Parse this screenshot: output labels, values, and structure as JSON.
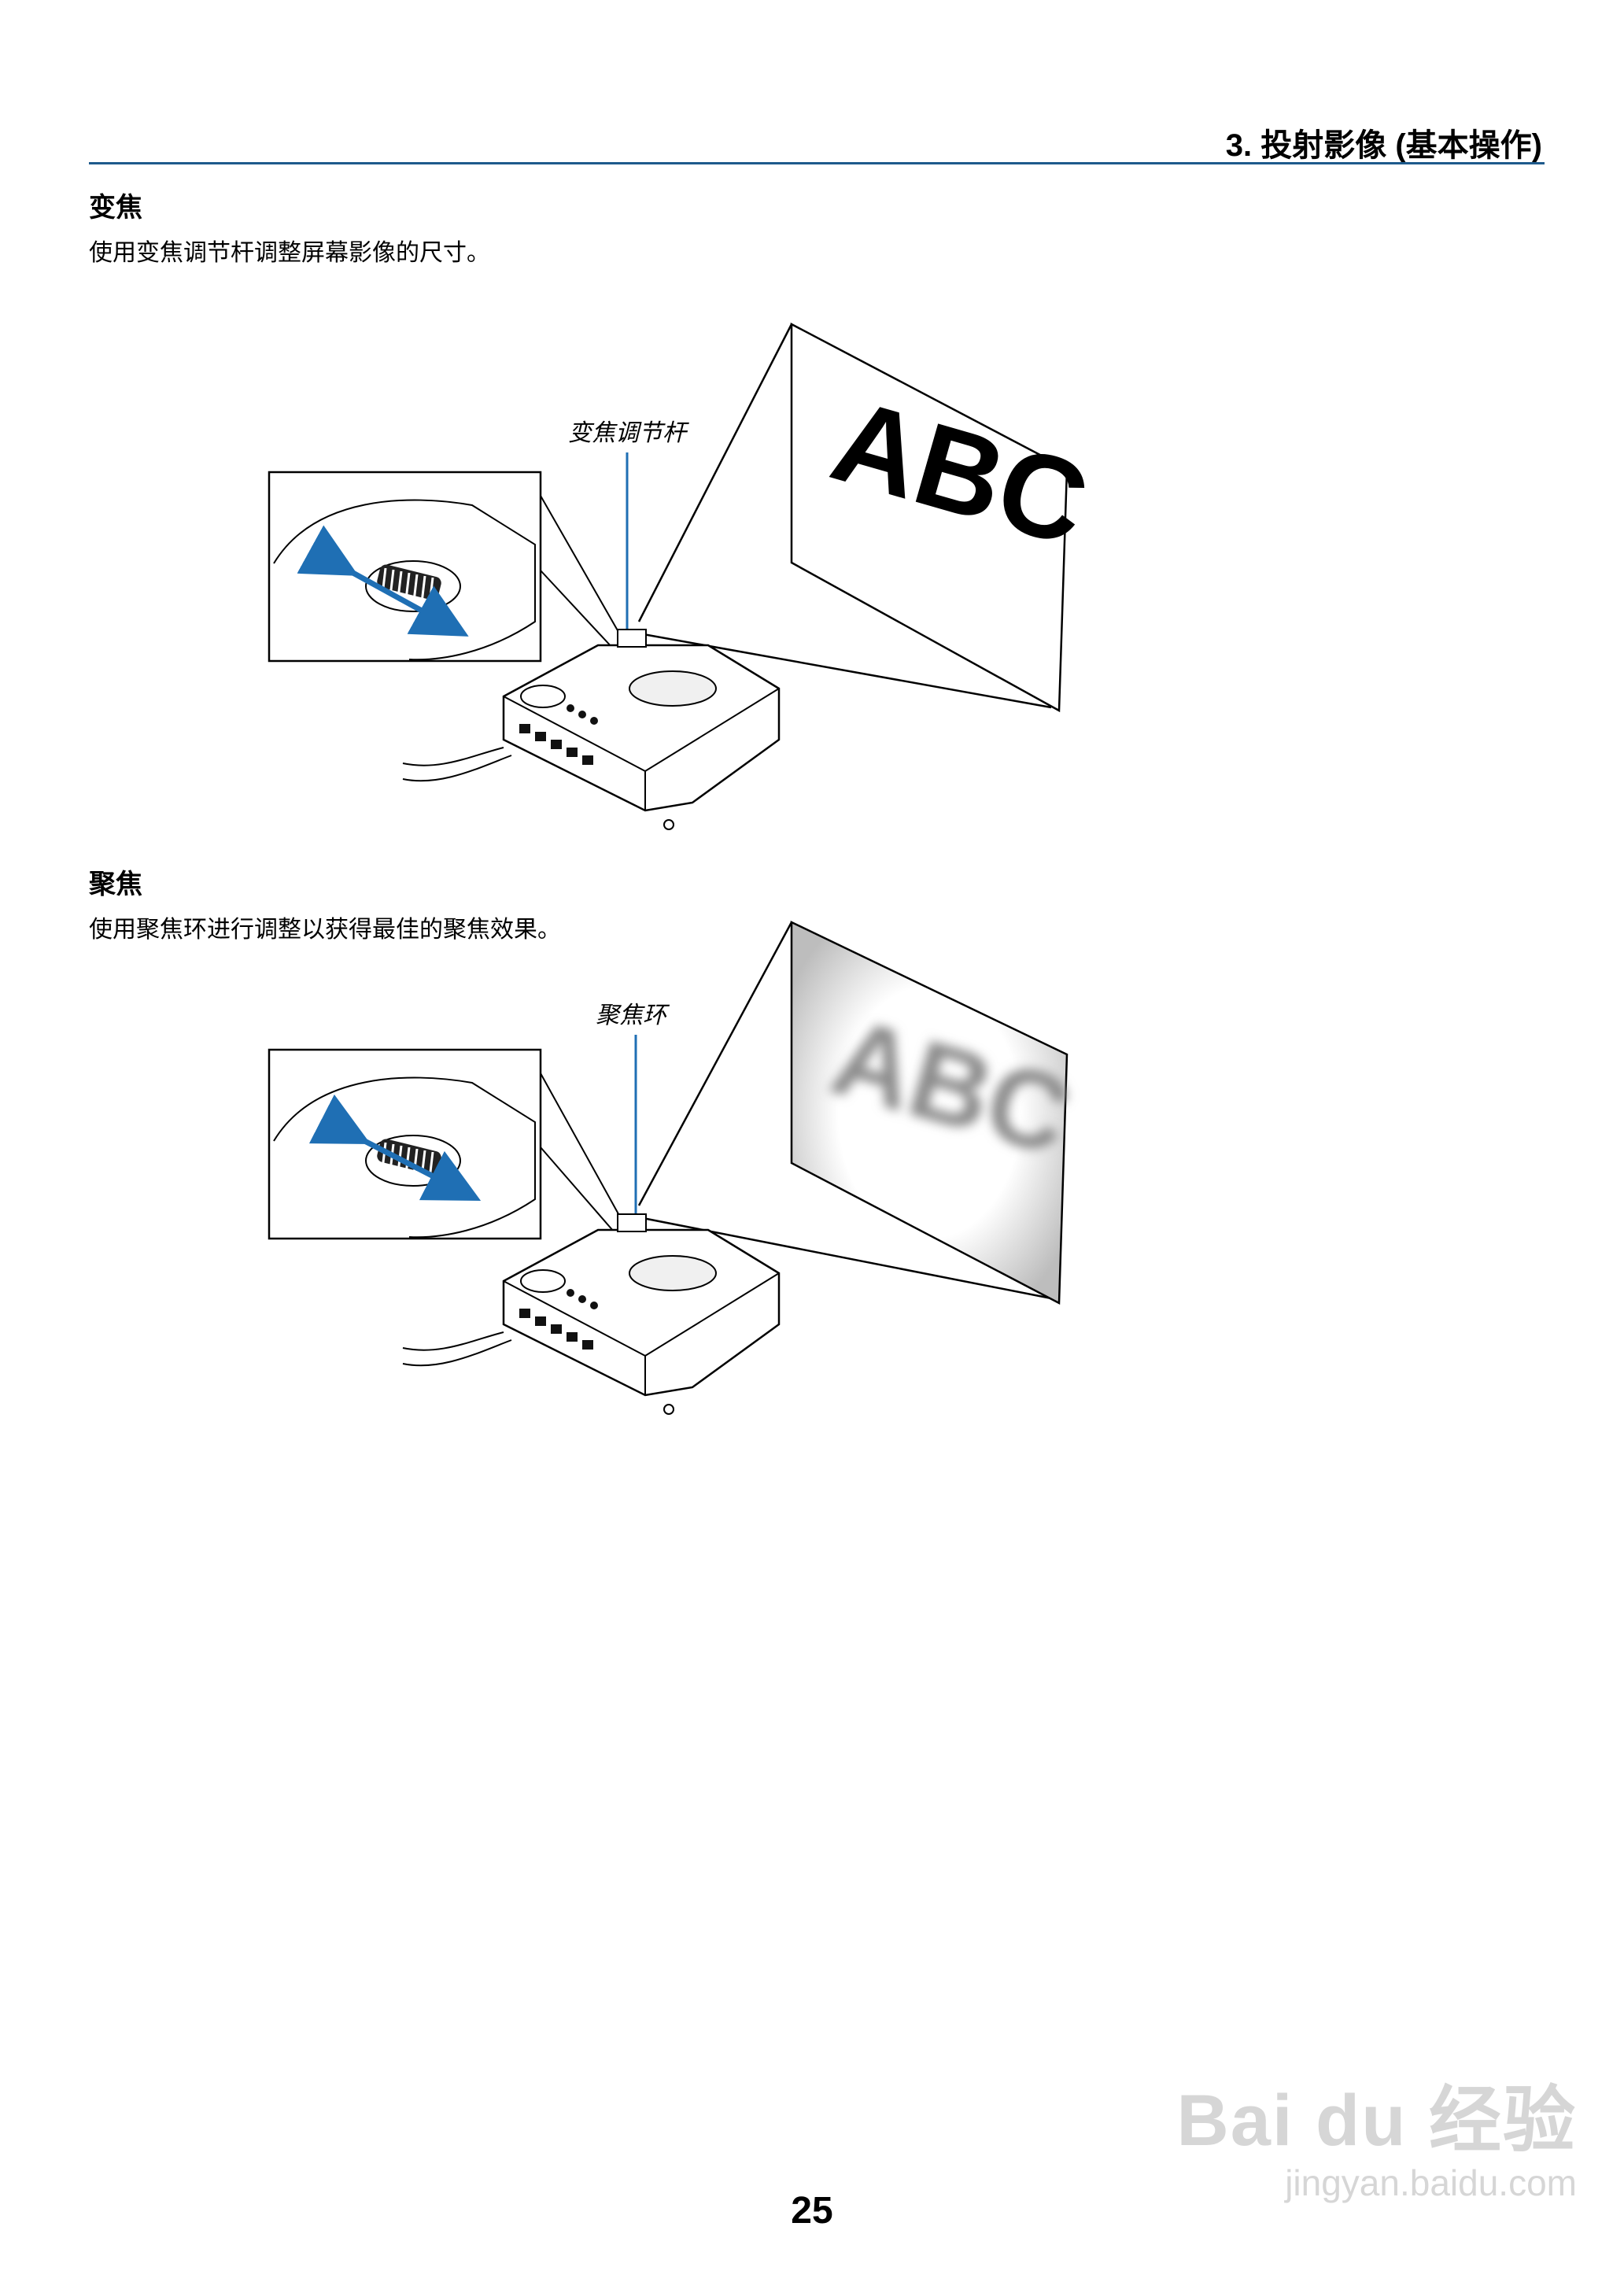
{
  "header": {
    "chapter_title": "3. 投射影像 (基本操作)"
  },
  "zoom_section": {
    "heading": "变焦",
    "body": "使用变焦调节杆调整屏幕影像的尺寸。",
    "callout": "变焦调节杆",
    "screen_text": "ABC"
  },
  "focus_section": {
    "heading": "聚焦",
    "body": "使用聚焦环进行调整以获得最佳的聚焦效果。",
    "callout": "聚焦环",
    "screen_text": "ABC"
  },
  "colors": {
    "rule": "#1e5a8c",
    "arrow": "#1f6fb4"
  },
  "footer": {
    "page_number": "25"
  },
  "watermark": {
    "logo": "Bai du 经验",
    "url": "jingyan.baidu.com"
  }
}
